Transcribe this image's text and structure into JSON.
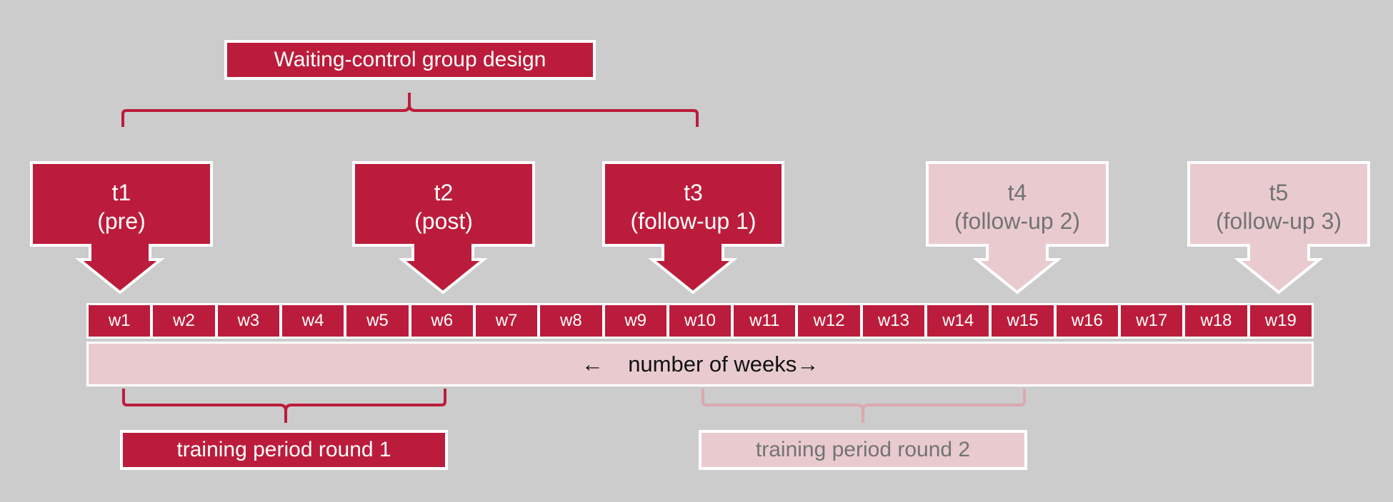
{
  "design_label": "Waiting-control group design",
  "timepoints": [
    {
      "id": "t1",
      "sub": "(pre)",
      "style": "dark"
    },
    {
      "id": "t2",
      "sub": "(post)",
      "style": "dark"
    },
    {
      "id": "t3",
      "sub": "(follow-up 1)",
      "style": "dark"
    },
    {
      "id": "t4",
      "sub": "(follow-up 2)",
      "style": "light"
    },
    {
      "id": "t5",
      "sub": "(follow-up 3)",
      "style": "light"
    }
  ],
  "weeks": [
    "w1",
    "w2",
    "w3",
    "w4",
    "w5",
    "w6",
    "w7",
    "w8",
    "w9",
    "w10",
    "w11",
    "w12",
    "w13",
    "w14",
    "w15",
    "w16",
    "w17",
    "w18",
    "w19"
  ],
  "weeks_axis": {
    "left_arrow": "←",
    "label": "number of weeks",
    "right_arrow": "→"
  },
  "training_round_1": "training period round 1",
  "training_round_2": "training period round 2",
  "colors": {
    "background": "#cccccc",
    "primary": "#bc1c3b",
    "light": "#e9cbcf",
    "light_text": "#737373"
  }
}
